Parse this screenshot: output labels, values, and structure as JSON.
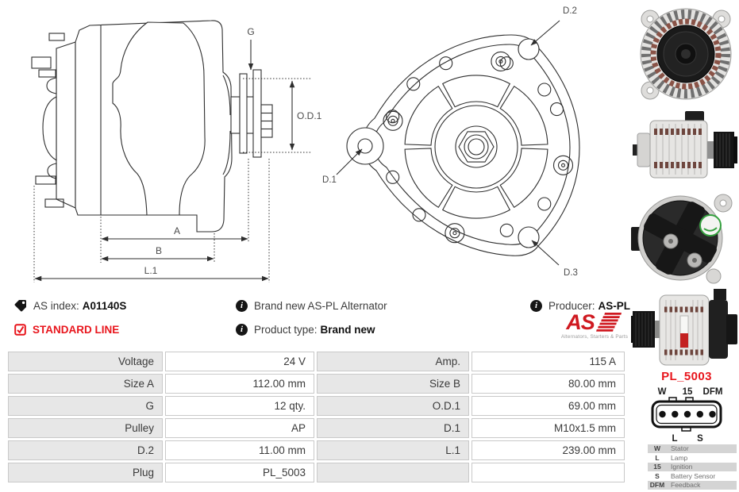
{
  "info": {
    "as_index": {
      "label": "AS index:",
      "value": "A01140S"
    },
    "standard_line": "STANDARD LINE",
    "brand_new": "Brand new AS-PL Alternator",
    "product_type": {
      "label": "Product type:",
      "value": "Brand new"
    },
    "producer": {
      "label": "Producer:",
      "value": "AS-PL"
    },
    "logo": {
      "text": "AS",
      "tagline": "Alternators, Starters & Parts"
    }
  },
  "icons": {
    "as_index": "tag-icon",
    "standard_line": "checkbox-checked-icon",
    "meta": "info-icon"
  },
  "colors": {
    "accent_red": "#e8151c",
    "logo_red": "#cf1920",
    "table_label_bg": "#e7e7e7",
    "table_border": "#c9c9c9",
    "legend_row_bg": "#d4d4d4",
    "drawing_line": "#2e2e2e"
  },
  "drawing": {
    "labels": {
      "g": "G",
      "od1": "O.D.1",
      "a": "A",
      "b": "B",
      "l1": "L.1",
      "d1": "D.1",
      "d2": "D.2",
      "d3": "D.3"
    }
  },
  "spec_table": {
    "rows": [
      [
        {
          "l": "Voltage",
          "v": "24 V"
        },
        {
          "l": "Amp.",
          "v": "115 A"
        }
      ],
      [
        {
          "l": "Size A",
          "v": "112.00 mm"
        },
        {
          "l": "Size B",
          "v": "80.00 mm"
        }
      ],
      [
        {
          "l": "G",
          "v": "12 qty."
        },
        {
          "l": "O.D.1",
          "v": "69.00 mm"
        }
      ],
      [
        {
          "l": "Pulley",
          "v": "AP"
        },
        {
          "l": "D.1",
          "v": "M10x1.5 mm"
        }
      ],
      [
        {
          "l": "D.2",
          "v": "11.00 mm"
        },
        {
          "l": "L.1",
          "v": "239.00 mm"
        }
      ],
      [
        {
          "l": "Plug",
          "v": "PL_5003"
        },
        {
          "l": "",
          "v": ""
        }
      ]
    ]
  },
  "connector": {
    "name": "PL_5003",
    "top_labels": [
      "W",
      "15",
      "DFM"
    ],
    "bottom_labels": [
      "L",
      "S"
    ],
    "legend": [
      {
        "k": "W",
        "d": "Stator"
      },
      {
        "k": "L",
        "d": "Lamp"
      },
      {
        "k": "15",
        "d": "Ignition"
      },
      {
        "k": "S",
        "d": "Battery Sensor"
      },
      {
        "k": "DFM",
        "d": "Feedback"
      }
    ]
  }
}
